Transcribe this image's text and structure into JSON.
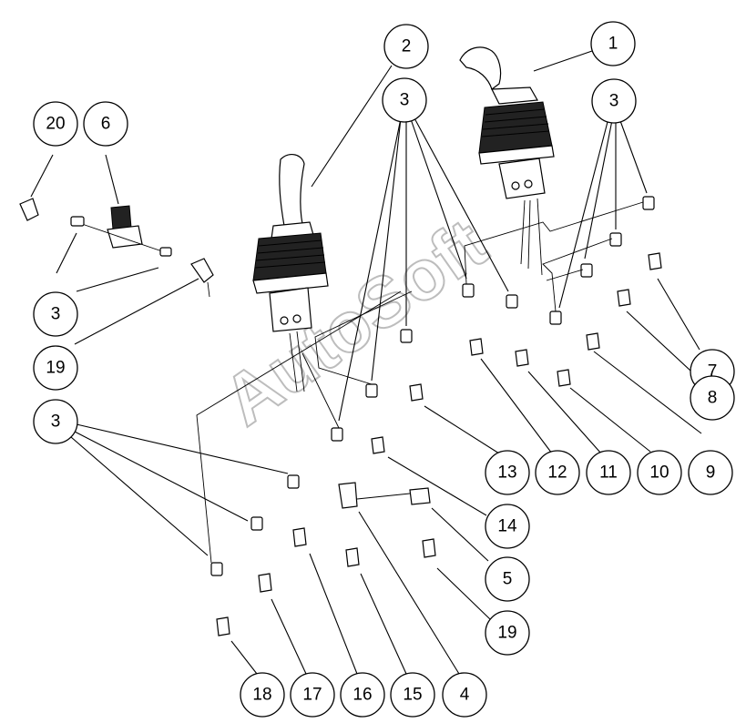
{
  "watermark": "AutoSoft",
  "callouts": [
    {
      "label": "1"
    },
    {
      "label": "2"
    },
    {
      "label": "3"
    },
    {
      "label": "3"
    },
    {
      "label": "20"
    },
    {
      "label": "6"
    },
    {
      "label": "3"
    },
    {
      "label": "19"
    },
    {
      "label": "3"
    },
    {
      "label": "7"
    },
    {
      "label": "8"
    },
    {
      "label": "9"
    },
    {
      "label": "10"
    },
    {
      "label": "11"
    },
    {
      "label": "12"
    },
    {
      "label": "13"
    },
    {
      "label": "14"
    },
    {
      "label": "5"
    },
    {
      "label": "19"
    },
    {
      "label": "18"
    },
    {
      "label": "17"
    },
    {
      "label": "16"
    },
    {
      "label": "15"
    },
    {
      "label": "4"
    }
  ]
}
